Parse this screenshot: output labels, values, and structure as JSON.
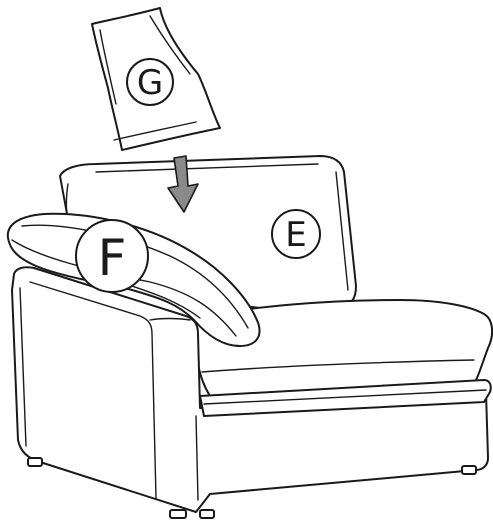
{
  "diagram": {
    "parts": [
      {
        "id": "G",
        "label": "G",
        "part": "throw-pillow"
      },
      {
        "id": "E",
        "label": "E",
        "part": "back-cushion"
      },
      {
        "id": "F",
        "label": "F",
        "part": "arm-bolster"
      }
    ],
    "arrow": {
      "color": "#8a8a8a",
      "direction": "down"
    },
    "colors": {
      "stroke": "#1a1a1a",
      "background": "#ffffff"
    }
  }
}
